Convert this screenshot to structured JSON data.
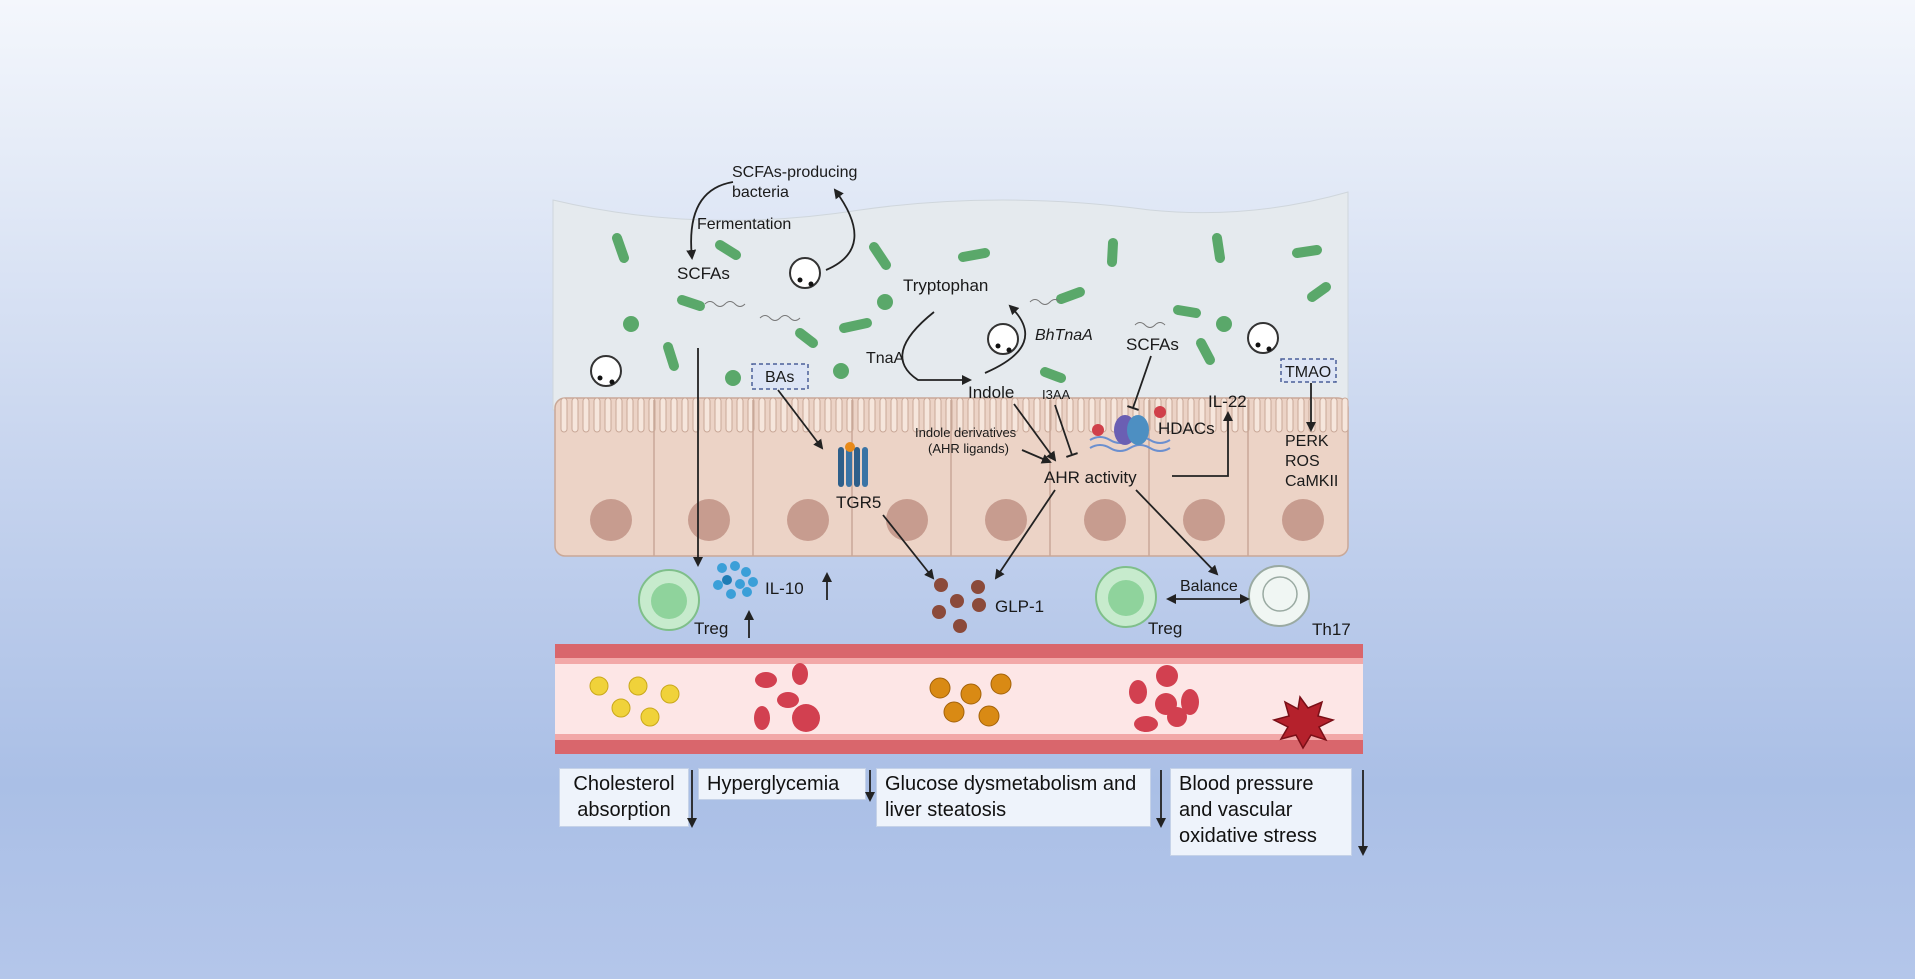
{
  "labels": {
    "scfas_bacteria": "SCFAs-producing bacteria",
    "fermentation": "Fermentation",
    "scfas_left": "SCFAs",
    "tryptophan": "Tryptophan",
    "bhtnaa": "BhTnaA",
    "tnaa": "TnaA",
    "scfas_right": "SCFAs",
    "tmao": "TMAO",
    "bas": "BAs",
    "indole": "Indole",
    "i3aa": "I3AA",
    "il22": "IL-22",
    "hdacs": "HDACs",
    "indole_derivatives": "Indole derivatives",
    "ahr_ligands": "(AHR ligands)",
    "ahr_activity": "AHR activity",
    "perk": "PERK",
    "ros": "ROS",
    "camkii": "CaMKII",
    "tgr5": "TGR5",
    "il10": "IL-10",
    "glp1": "GLP-1",
    "balance": "Balance",
    "treg_left": "Treg",
    "treg_right": "Treg",
    "th17": "Th17"
  },
  "outcomes": {
    "cholesterol": "Cholesterol absorption",
    "hyperglycemia": "Hyperglycemia",
    "glucose": "Glucose dysmetabolism and liver steatosis",
    "blood_pressure": "Blood pressure and vascular oxidative stress"
  },
  "colors": {
    "mucus": "#e6ebef",
    "cell": "#ecd3c6",
    "nucleus": "#c79c8f",
    "bacteria": "#5aa86a",
    "vessel_wall": "#d9666c",
    "vessel_lumen": "#fde6e6",
    "treg": "#8fd39c",
    "glp1_dots": "#8b4a3a",
    "il10_dots": "#3b9fd8"
  }
}
